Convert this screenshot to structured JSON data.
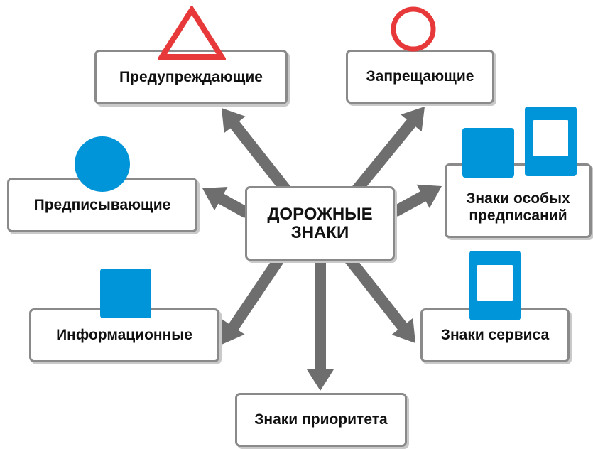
{
  "diagram": {
    "center": {
      "line1": "ДОРОЖНЫЕ",
      "line2": "ЗНАКИ"
    },
    "nodes": {
      "warning": "Предупреждающие",
      "prohibitory": "Запрещающие",
      "mandatory": "Предписывающие",
      "special_line1": "Знаки особых",
      "special_line2": "предписаний",
      "informational": "Информационные",
      "service": "Знаки сервиса",
      "priority": "Знаки приоритета"
    },
    "colors": {
      "arrow": "#6e6e6e",
      "box_border": "#8a8a8a",
      "sign_red": "#e8393a",
      "sign_blue": "#0094d8"
    }
  }
}
